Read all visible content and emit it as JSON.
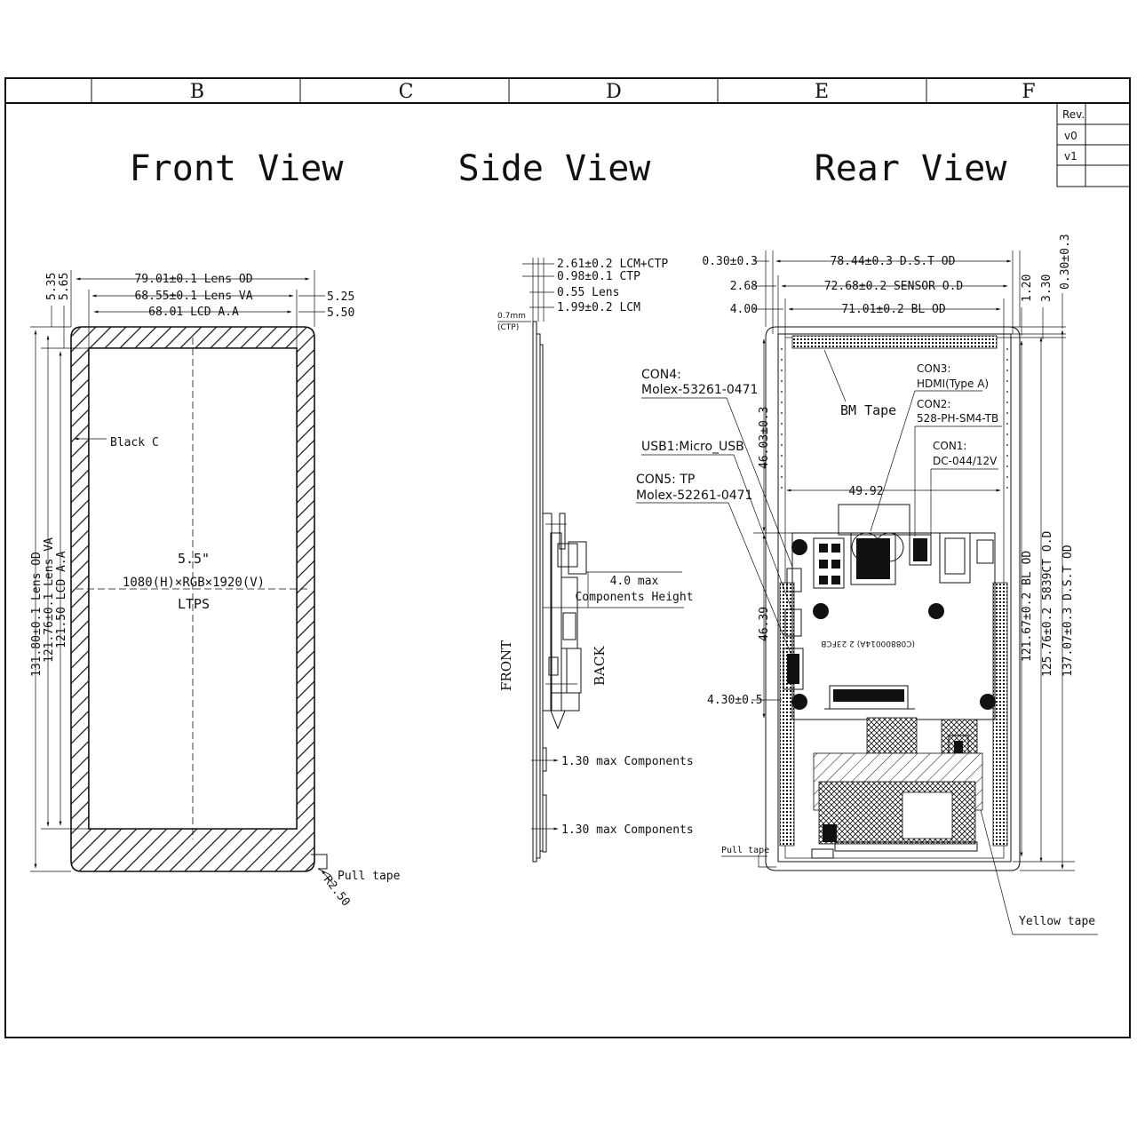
{
  "frame": {
    "column_labels": [
      "B",
      "C",
      "D",
      "E",
      "F"
    ],
    "revision": {
      "header": "Rev.",
      "rows": [
        "v0",
        "v1"
      ]
    }
  },
  "views": {
    "front": "Front View",
    "side": "Side View",
    "rear": "Rear View"
  },
  "front": {
    "dims": {
      "lens_od_w": "79.01±0.1 Lens OD",
      "lens_va_w": "68.55±0.1 Lens VA",
      "lcd_aa_w": "68.01 LCD A.A",
      "left_a": "5.35",
      "left_b": "5.65",
      "right_a": "5.25",
      "right_b": "5.50",
      "lens_od_h": "131.80±0.1 Lens OD",
      "lens_va_h": "121.76±0.1 Lens VA",
      "lcd_aa_h": "121.50 LCD A.A"
    },
    "labels": {
      "black": "Black C",
      "size": "5.5\"",
      "resolution": "1080(H)×RGB×1920(V)",
      "tech": "LTPS",
      "pull_tape": "Pull tape",
      "radius": "R2.50"
    }
  },
  "side": {
    "dims": {
      "total": "2.61±0.2 LCM+CTP",
      "ctp": "0.98±0.1 CTP",
      "lens": "0.55 Lens",
      "lcm": "1.99±0.2 LCM",
      "ctp_small_value": "0.7mm",
      "ctp_small_label": "(CTP)",
      "comp_h1": "4.0 max",
      "comp_h2": "Components Height",
      "comp_a": "1.30 max Components",
      "comp_b": "1.30 max Components"
    },
    "labels": {
      "front": "FRONT",
      "back": "BACK"
    }
  },
  "rear": {
    "dims": {
      "dst_w": "78.44±0.3 D.S.T OD",
      "sensor_w": "72.68±0.2 SENSOR O.D",
      "bl_w": "71.01±0.2 BL OD",
      "l1": "0.30±0.3",
      "l2": "2.68",
      "l3": "4.00",
      "r1": "1.20",
      "r2": "3.30",
      "r3": "0.30±0.3",
      "h1": "46.03±0.3",
      "h2": "46.39",
      "h3": "4.30±0.5",
      "w_mid": "49.92",
      "bl_h": "121.67±0.2 BL OD",
      "sensor_h": "125.76±0.2 5839CT O.D",
      "dst_h": "137.07±0.3 D.S.T OD"
    },
    "labels": {
      "bm_tape": "BM Tape",
      "con3_a": "CON3:",
      "con3_b": "HDMI(Type A)",
      "con2_a": "CON2:",
      "con2_b": "528-PH-SM4-TB",
      "con1_a": "CON1:",
      "con1_b": "DC-044/12V",
      "con4_a": "CON4:",
      "con4_b": "Molex-53261-0471",
      "usb1": "USB1:Micro_USB",
      "con5_a": "CON5: TP",
      "con5_b": "Molex-52261-0471",
      "pcb_mark": "(C08800014A) 2 23FCB",
      "pull_tape": "Pull tape",
      "yellow_tape": "Yellow tape"
    }
  }
}
